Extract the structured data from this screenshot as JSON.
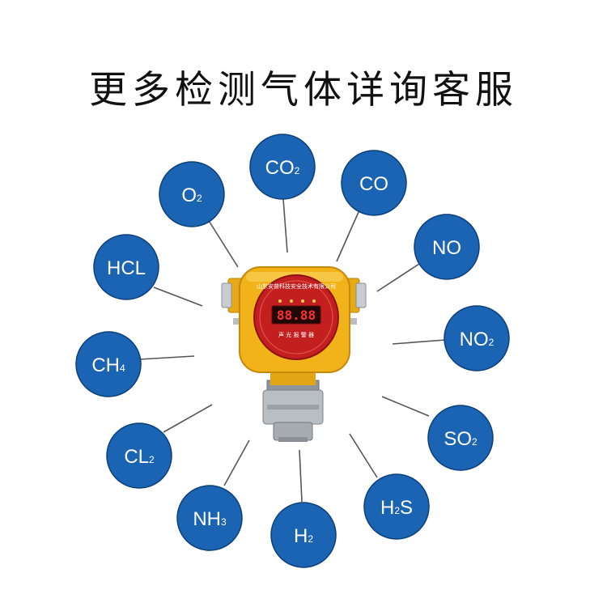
{
  "title": "更多检测气体详询客服",
  "device": {
    "label_top": "山东安普科技安全技术有限公司",
    "display": "88.88",
    "label_bottom": "声 光 报 警 器"
  },
  "gases": [
    {
      "id": "co2",
      "main": "CO",
      "sub": "2"
    },
    {
      "id": "co",
      "main": "CO",
      "sub": ""
    },
    {
      "id": "no",
      "main": "NO",
      "sub": ""
    },
    {
      "id": "no2",
      "main": "NO",
      "sub": "2"
    },
    {
      "id": "so2",
      "main": "SO",
      "sub": "2"
    },
    {
      "id": "h2s",
      "main": "H",
      "sub": "2",
      "tail": "S"
    },
    {
      "id": "h2",
      "main": "H",
      "sub": "2"
    },
    {
      "id": "nh3",
      "main": "NH",
      "sub": "3"
    },
    {
      "id": "cl2",
      "main": "CL",
      "sub": "2"
    },
    {
      "id": "ch4",
      "main": "CH",
      "sub": "4"
    },
    {
      "id": "hcl",
      "main": "HCL",
      "sub": ""
    },
    {
      "id": "o2",
      "main": "O",
      "sub": "2"
    }
  ],
  "colors": {
    "circle": "#1b64b3",
    "device_body": "#f2b31a",
    "device_panel": "#c41f1f"
  }
}
